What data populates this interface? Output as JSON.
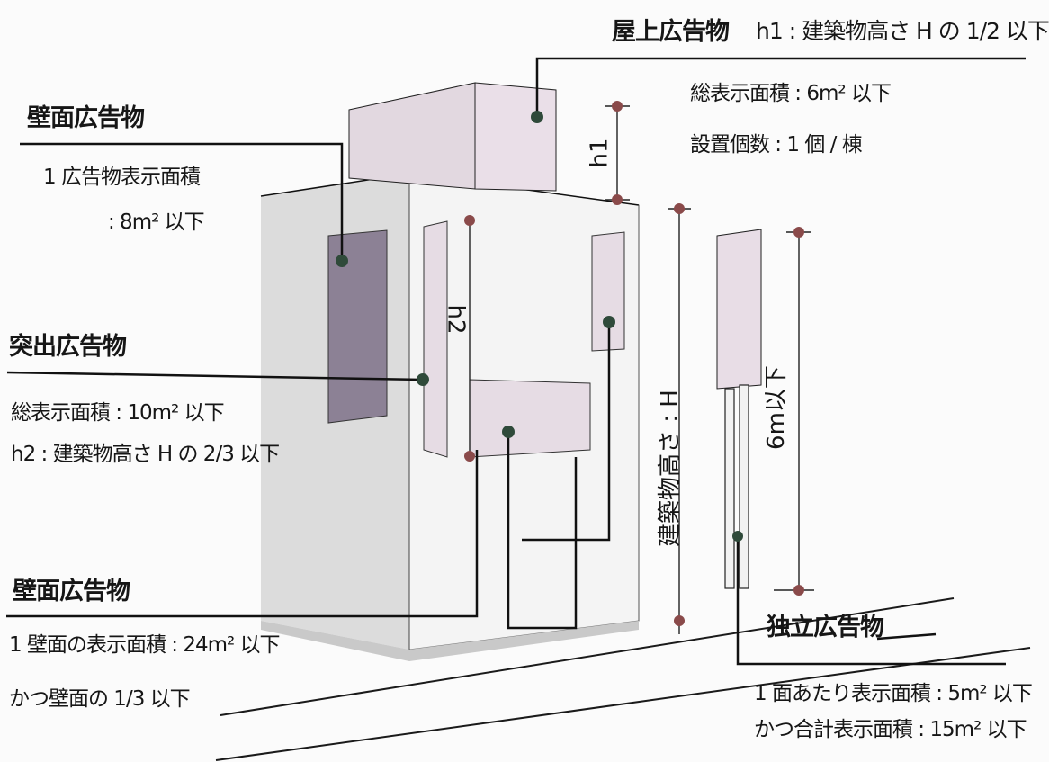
{
  "rooftop": {
    "title": "屋上広告物",
    "rule": "h1 : 建築物高さ H の 1/2 以下",
    "area": "総表示面積 : 6m² 以下",
    "count": "設置個数 : 1 個 / 棟"
  },
  "wall_top": {
    "title": "壁面広告物",
    "area_line1": "1 広告物表示面積",
    "area_line2": ": 8m² 以下"
  },
  "projecting": {
    "title": "突出広告物",
    "area": "総表示面積 : 10m² 以下",
    "rule": "h2 : 建築物高さ H の 2/3 以下"
  },
  "wall_bottom": {
    "title": "壁面広告物",
    "area": "1 壁面の表示面積 : 24m² 以下",
    "rule": "かつ壁面の 1/3 以下"
  },
  "freestanding": {
    "title": "独立広告物",
    "area": "1 面あたり表示面積 : 5m² 以下",
    "total": "かつ合計表示面積 : 15m² 以下"
  },
  "dimensions": {
    "h1": "h1",
    "h2": "h2",
    "building_height": "建築物高さ : H",
    "sign_height": "6m以下"
  },
  "colors": {
    "sign_fill": "#e8dde6",
    "wall_sign_fill": "#8a7f92",
    "marker_dark": "#2f4a3a",
    "marker_red": "#8a4a4a"
  }
}
